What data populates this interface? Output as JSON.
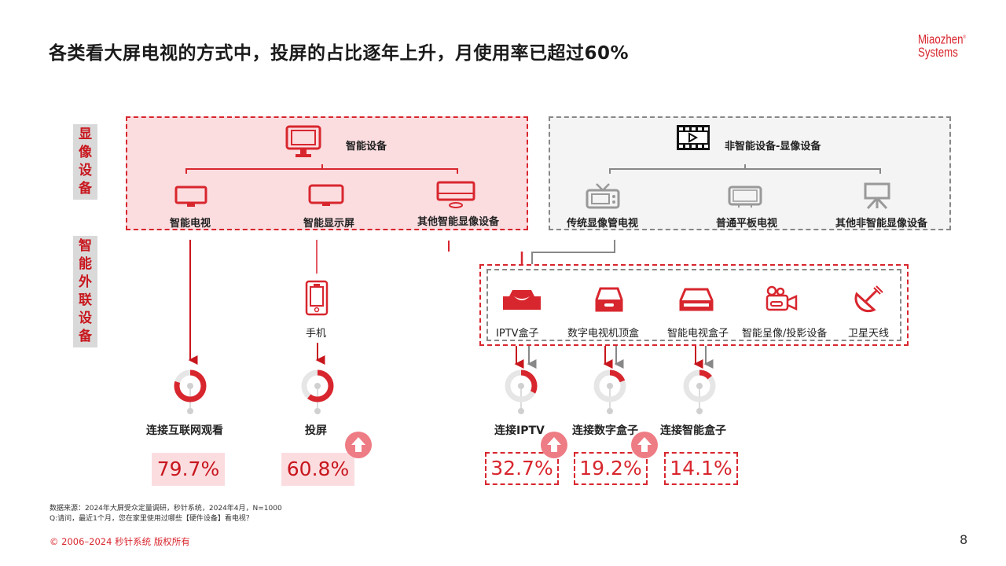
{
  "header": {
    "title": "各类看大屏电视的方式中，投屏的占比逐年上升，月使用率已超过60%",
    "logo_line1": "Miaozhen",
    "logo_line2": "Systems",
    "logo_mark": "®"
  },
  "side_labels": {
    "display_devices": "显像设备",
    "external_devices": "智能外联设备"
  },
  "smart_devices": {
    "title": "智能设备",
    "icon": "monitor-icon",
    "items": [
      {
        "label": "智能电视",
        "icon": "tv-icon"
      },
      {
        "label": "智能显示屏",
        "icon": "display-icon"
      },
      {
        "label": "其他智能显像设备",
        "icon": "projector-screen-icon"
      }
    ]
  },
  "non_smart_devices": {
    "title": "非智能设备-显像设备",
    "icon": "film-icon",
    "items": [
      {
        "label": "传统显像管电视",
        "icon": "crt-tv-icon"
      },
      {
        "label": "普通平板电视",
        "icon": "flat-tv-icon"
      },
      {
        "label": "其他非智能显像设备",
        "icon": "projector-stand-icon"
      }
    ]
  },
  "phone": {
    "label": "手机",
    "icon": "phone-icon"
  },
  "external_devices": [
    {
      "label": "IPTV盒子",
      "icon": "iptv-box-icon"
    },
    {
      "label": "数字电视机顶盒",
      "icon": "settop-box-icon"
    },
    {
      "label": "智能电视盒子",
      "icon": "smart-box-icon"
    },
    {
      "label": "智能呈像/投影设备",
      "icon": "video-camera-icon"
    },
    {
      "label": "卫星天线",
      "icon": "satellite-dish-icon"
    }
  ],
  "colors": {
    "accent": "#d8262e",
    "accent_light": "#fbdde0",
    "gray": "#888888",
    "ring_bg": "#e6e6e6",
    "badge": "#ee7c84"
  },
  "chart_data": {
    "type": "pie",
    "title": "各类看大屏电视的方式 月使用率",
    "categories": [
      "连接互联网观看",
      "投屏",
      "连接IPTV",
      "连接数字盒子",
      "连接智能盒子"
    ],
    "values": [
      79.7,
      60.8,
      32.7,
      19.2,
      14.1
    ],
    "labels": [
      "79.7%",
      "60.8%",
      "32.7%",
      "19.2%",
      "14.1%"
    ],
    "rising": [
      false,
      true,
      true,
      true,
      false
    ],
    "unit": "%"
  },
  "footer": {
    "source": "数据来源：2024年大屏受众定量调研，秒针系统，2024年4月，N=1000",
    "question": "Q:请问，最近1个月，您在家里使用过哪些【硬件设备】看电视？",
    "copyright": "© 2006–2024 秒针系统 版权所有",
    "page_number": "8"
  }
}
